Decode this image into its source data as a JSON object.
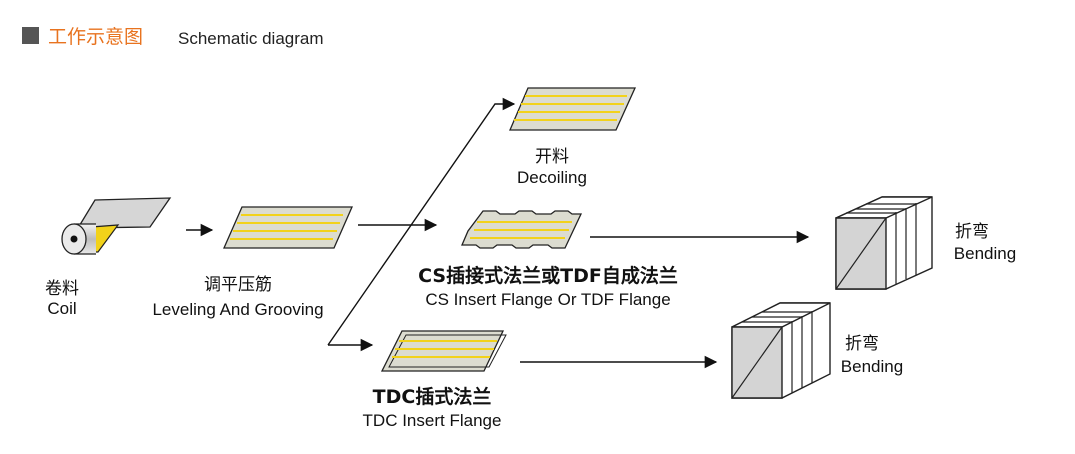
{
  "header": {
    "title_cn": "工作示意图",
    "title_en": "Schematic diagram",
    "marker_color": "#555555",
    "accent_color": "#e8731f"
  },
  "nodes": {
    "coil": {
      "cn": "卷料",
      "en": "Coil"
    },
    "leveling": {
      "cn": "调平压筋",
      "en": "Leveling And Grooving"
    },
    "decoiling": {
      "cn": "开料",
      "en": "Decoiling"
    },
    "cs_flange": {
      "cn": "CS插接式法兰或TDF自成法兰",
      "en": "CS Insert Flange Or TDF Flange"
    },
    "tdc_flange": {
      "cn": "TDC插式法兰",
      "en": "TDC Insert Flange"
    },
    "bending_top": {
      "cn": "折弯",
      "en": "Bending"
    },
    "bending_bottom": {
      "cn": "折弯",
      "en": "Bending"
    }
  },
  "colors": {
    "sheet": "#dcdcd0",
    "stripe": "#f2d21a",
    "coil_yellow": "#f2d21a",
    "box_end": "#d4d4d4"
  }
}
